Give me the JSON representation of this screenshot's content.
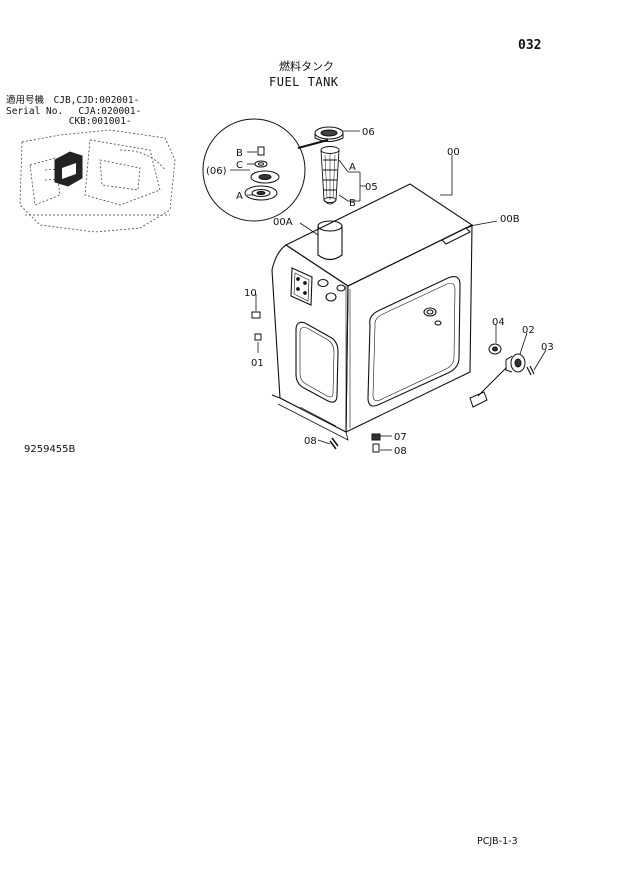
{
  "page": {
    "number": "032",
    "footer": "PCJB-1-3"
  },
  "title": {
    "japanese": "燃料タンク",
    "english": "FUEL TANK"
  },
  "serial": [
    "適用号機　CJB,CJD:002001-",
    "Serial No.　 CJA:020001-",
    "　　　　　　 CKB:001001-"
  ],
  "drawing_number": "9259455B",
  "callouts": {
    "p06": "06",
    "p06_paren": "(06)",
    "pB1": "B",
    "pC": "C",
    "pA1": "A",
    "pA2": "A",
    "p05": "05",
    "pB2": "B",
    "p00": "00",
    "p00A": "00A",
    "p00B": "00B",
    "p10": "10",
    "p01": "01",
    "p04": "04",
    "p02": "02",
    "p03": "03",
    "p07": "07",
    "p08a": "08",
    "p08b": "08"
  }
}
